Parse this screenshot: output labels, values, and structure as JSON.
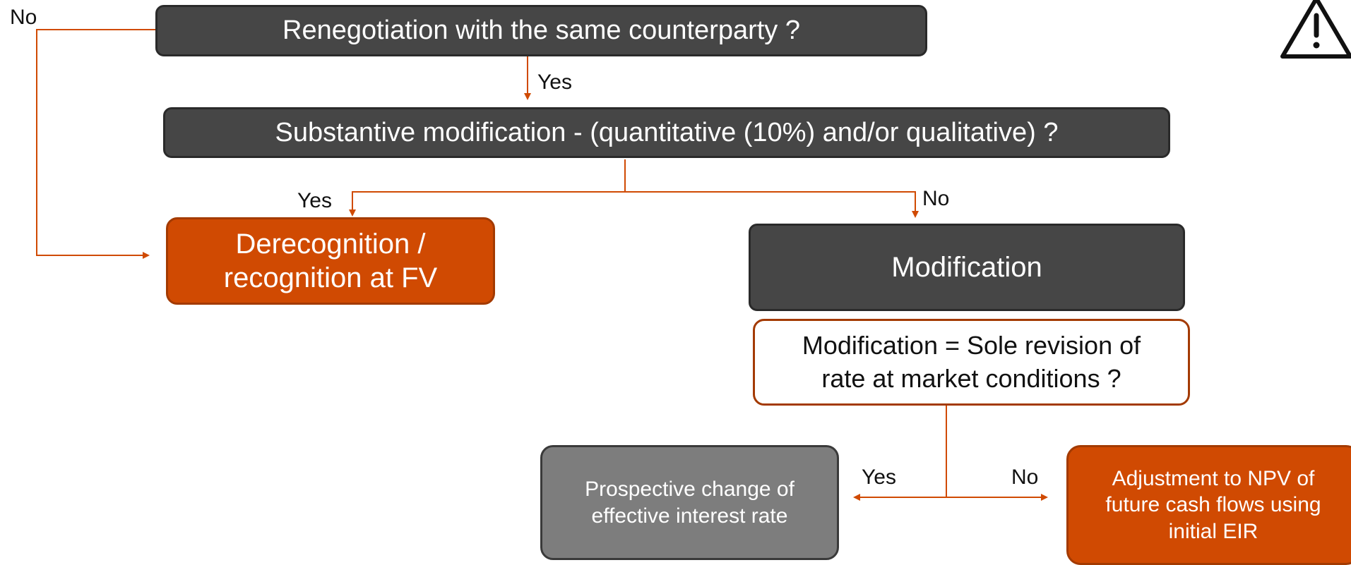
{
  "nodes": {
    "renegotiation": "Renegotiation with the same counterparty ?",
    "substantive": "Substantive modification - (quantitative (10%) and/or qualitative) ?",
    "derecognition": "Derecognition / recognition at FV",
    "modification": "Modification",
    "sole_revision": "Modification = Sole revision of rate at market conditions ?",
    "prospective": "Prospective change of effective interest rate",
    "adjustment": "Adjustment to NPV of future cash flows using initial EIR"
  },
  "edge_labels": {
    "no_renegotiation": "No",
    "yes_renegotiation": "Yes",
    "yes_substantive": "Yes",
    "no_substantive": "No",
    "yes_sole_revision": "Yes",
    "no_sole_revision": "No"
  },
  "icons": {
    "warning": "warning-icon"
  },
  "colors": {
    "accent": "#d04a02",
    "dark": "#464646",
    "grey": "#7d7d7d"
  }
}
